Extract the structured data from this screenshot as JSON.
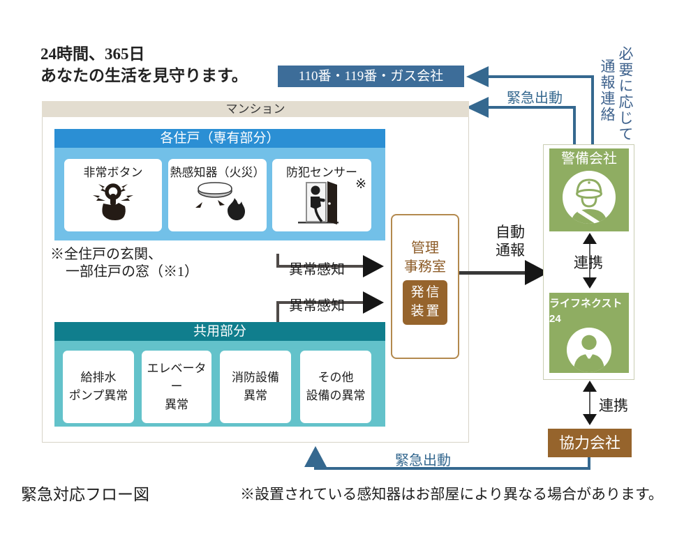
{
  "title": {
    "line1": "24時間、365日",
    "line2": "あなたの生活を見守ります。"
  },
  "top_bar": {
    "label": "110番・119番・ガス会社"
  },
  "right_note": {
    "col1": "必要に応じて",
    "col2": "通報連絡"
  },
  "mansion": {
    "header": "マンション",
    "private": {
      "header": "各住戸（専有部分）",
      "items": [
        {
          "label": "非常ボタン",
          "icon": "emergency-button-icon"
        },
        {
          "label": "熱感知器（火災）",
          "icon": "heat-detector-icon"
        },
        {
          "label": "防犯センサー",
          "icon": "security-sensor-door-icon",
          "note_mark": "※"
        }
      ],
      "footnote": {
        "line1": "※全住戸の玄関、",
        "line2": "一部住戸の窓（※1）"
      }
    },
    "common": {
      "header": "共用部分",
      "items": [
        {
          "line1": "給排水",
          "line2": "ポンプ異常"
        },
        {
          "line1": "エレベーター",
          "line2": "異常"
        },
        {
          "line1": "消防設備",
          "line2": "異常"
        },
        {
          "line1": "その他",
          "line2": "設備の異常"
        }
      ]
    },
    "office": {
      "line1": "管理",
      "line2": "事務室",
      "device": {
        "line1": "発信",
        "line2": "装置"
      }
    }
  },
  "flow_labels": {
    "abnormal_detect_upper": "異常感知",
    "abnormal_detect_lower": "異常感知",
    "auto_report_line1": "自動",
    "auto_report_line2": "通報",
    "emergency_dispatch_top": "緊急出動",
    "emergency_dispatch_bottom": "緊急出動",
    "cooperation_upper": "連携",
    "cooperation_lower": "連携"
  },
  "partners": {
    "security_company": {
      "label": "警備会社",
      "icon": "security-guard-icon"
    },
    "lifenext24": {
      "label": "ライフネクスト24",
      "icon": "operator-person-icon"
    },
    "cooperating_company": {
      "label": "協力会社"
    }
  },
  "footer": {
    "caption": "緊急対応フロー図",
    "note": "※設置されている感知器はお部屋により異なる場合があります。"
  },
  "colors": {
    "arrow_blue": "#35688f",
    "bar_navy": "#3d6d99",
    "beige": "#e3ddd0",
    "blue_header": "#2b8fd4",
    "blue_body": "#72c0e8",
    "teal_header": "#107e8d",
    "teal_body": "#63c2ca",
    "green": "#8fad62",
    "panel_border": "#c9cdb2",
    "brown": "#96642c",
    "office_border": "#b3894e",
    "office_text": "#8d5c28",
    "ink": "#1d1d1d",
    "gray_line": "#4f4a48",
    "vertical_note": "#3d618c",
    "mansion_border": "#d7d3c7"
  }
}
